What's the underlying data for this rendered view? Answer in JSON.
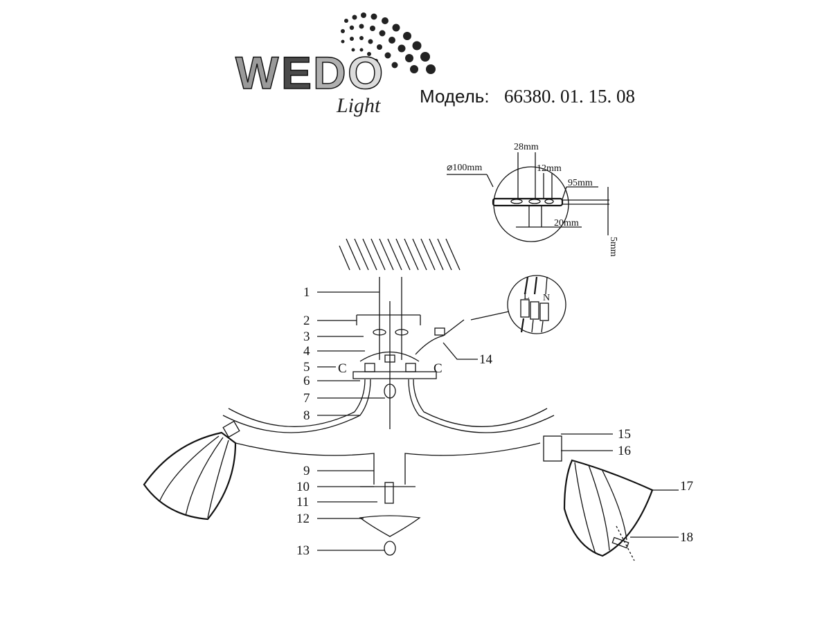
{
  "header": {
    "brand_logo_text": "WEDO Light",
    "model_label": "Модель:",
    "model_number": "66380. 01. 15. 08"
  },
  "mount_detail": {
    "diameter": "⌀100mm",
    "d28": "28mm",
    "d12": "12mm",
    "d95": "95mm",
    "d20": "20mm",
    "d5": "5mm"
  },
  "terminal_detail": {
    "live": "L",
    "neutral": "N"
  },
  "rotation_marks": {
    "left": "C",
    "right": "C"
  },
  "part_labels": [
    "1",
    "2",
    "3",
    "4",
    "5",
    "6",
    "7",
    "8",
    "9",
    "10",
    "11",
    "12",
    "13",
    "14",
    "15",
    "16",
    "17",
    "18"
  ]
}
